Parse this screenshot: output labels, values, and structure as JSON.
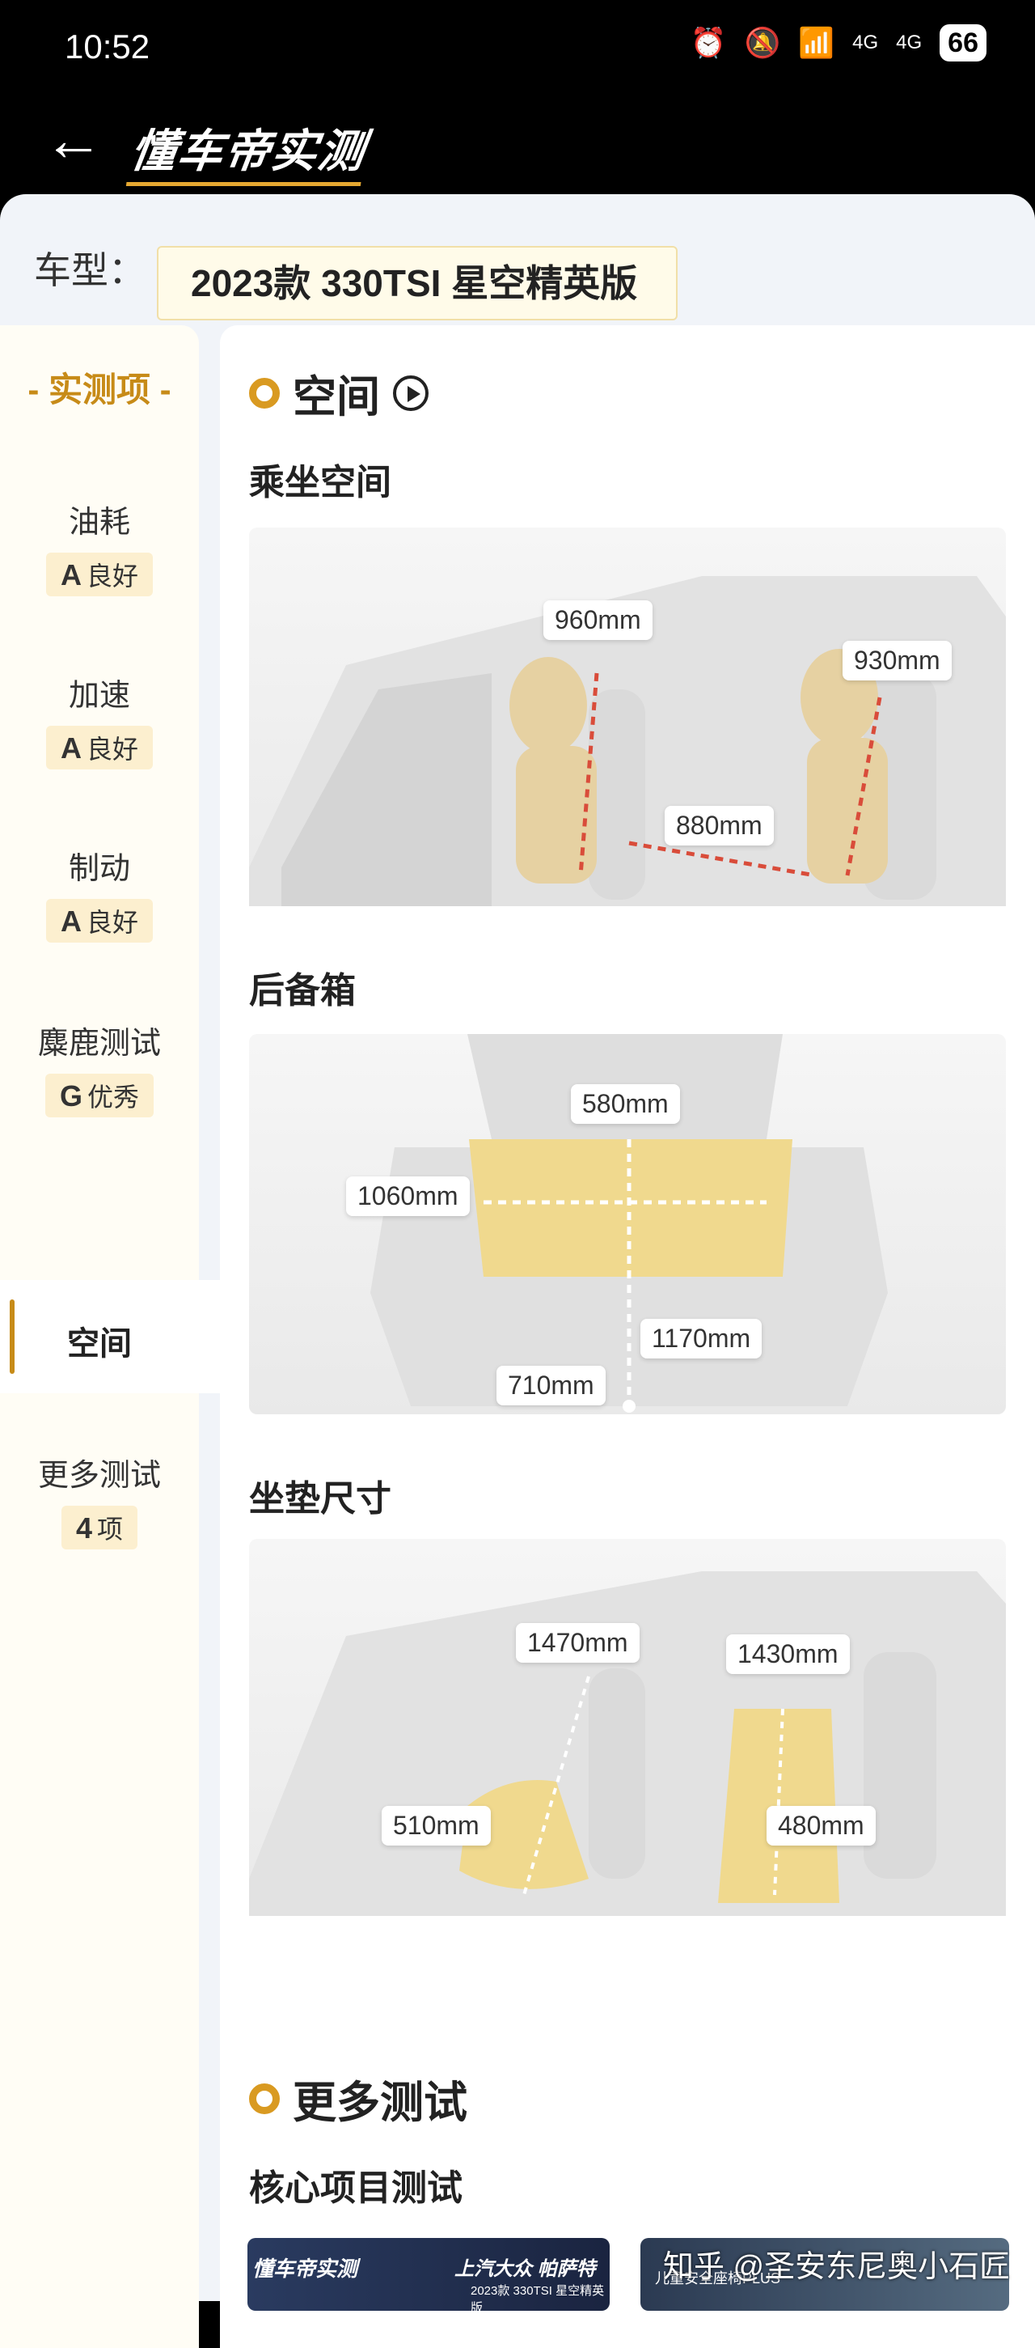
{
  "status": {
    "time": "10:52",
    "net1": "4G",
    "net2": "4G",
    "battery": "66"
  },
  "nav": {
    "brand": "懂车帝实测"
  },
  "model": {
    "label": "车型：",
    "value": "2023款 330TSI 星空精英版"
  },
  "sidebar": {
    "title": "- 实测项 -",
    "items": [
      {
        "label": "油耗",
        "grade": "A",
        "grade_text": "良好"
      },
      {
        "label": "加速",
        "grade": "A",
        "grade_text": "良好"
      },
      {
        "label": "制动",
        "grade": "A",
        "grade_text": "良好"
      },
      {
        "label": "麋鹿测试",
        "grade": "G",
        "grade_text": "优秀"
      },
      {
        "label": "空间"
      },
      {
        "label": "更多测试",
        "grade": "4",
        "grade_text": "项"
      }
    ]
  },
  "space": {
    "title": "空间",
    "seating": {
      "title": "乘坐空间",
      "front_head": "960mm",
      "rear_head": "930mm",
      "rear_leg": "880mm"
    },
    "trunk": {
      "title": "后备箱",
      "depth": "580mm",
      "width": "1060mm",
      "height": "1170mm",
      "sill": "710mm"
    },
    "cushion": {
      "title": "坐垫尺寸",
      "front_len": "1470mm",
      "rear_len": "1430mm",
      "front_w": "510mm",
      "rear_w": "480mm"
    }
  },
  "more": {
    "title": "更多测试",
    "core": "核心项目测试",
    "thumb1_brand": "懂车帝实测",
    "thumb1_text": "上汽大众 帕萨特",
    "thumb1_sub": "2023款 330TSI 星空精英版",
    "thumb2_text": "儿童安全座椅PLUS"
  },
  "watermark": "知乎 @圣安东尼奥小石匠",
  "colors": {
    "accent": "#d99a21",
    "seat_yellow": "#f0d98e"
  }
}
